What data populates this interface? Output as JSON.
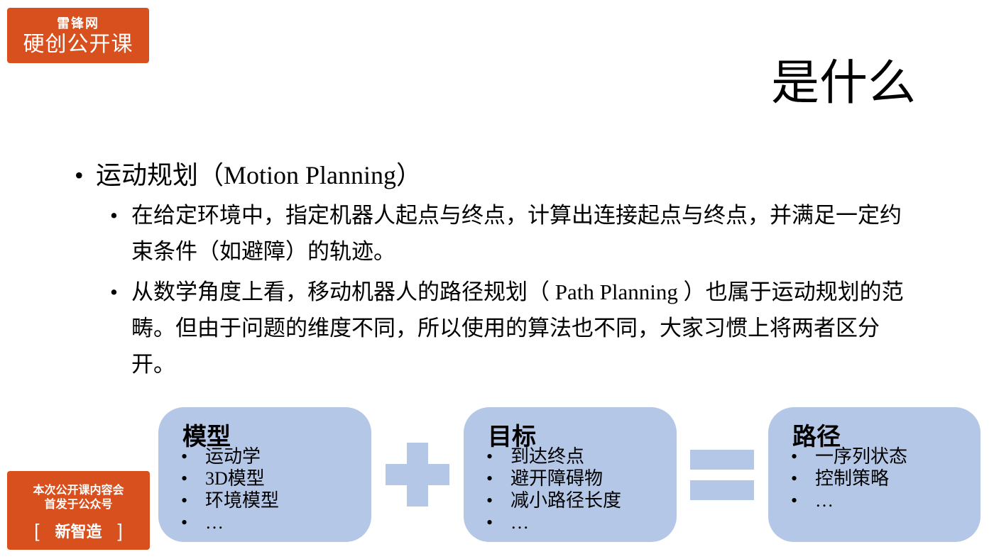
{
  "logo_top": {
    "line1": "雷锋网",
    "line2": "硬创公开课"
  },
  "logo_bottom": {
    "line1": "本次公开课内容会",
    "line2": "首发于公众号",
    "bracket_left": "[",
    "brand": "新智造",
    "bracket_right": "]"
  },
  "slide": {
    "title": "是什么",
    "bullet_main": "运动规划（Motion Planning）",
    "sub_bullets": [
      "在给定环境中，指定机器人起点与终点，计算出连接起点与终点，并满足一定约束条件（如避障）的轨迹。",
      "从数学角度上看，移动机器人的路径规划（ Path Planning ）也属于运动规划的范畴。但由于问题的维度不同，所以使用的算法也不同，大家习惯上将两者区分开。"
    ]
  },
  "cards": [
    {
      "title": "模型",
      "items": [
        "运动学",
        "3D模型",
        "环境模型",
        "…"
      ]
    },
    {
      "title": "目标",
      "items": [
        "到达终点",
        "避开障碍物",
        "减小路径长度",
        "…"
      ]
    },
    {
      "title": "路径",
      "items": [
        "一序列状态",
        "控制策略",
        "…"
      ]
    }
  ],
  "bullet_char": "•",
  "colors": {
    "brand_orange": "#d9501f",
    "card_blue": "#b5c7e6"
  }
}
